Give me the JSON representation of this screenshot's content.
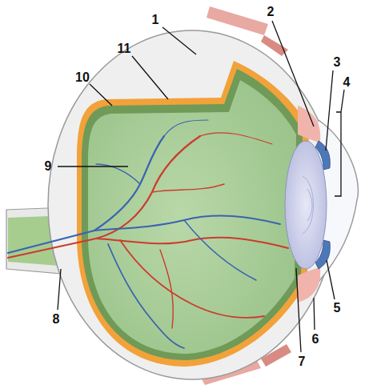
{
  "diagram": {
    "labels": [
      "1",
      "2",
      "3",
      "4",
      "11",
      "10",
      "9",
      "8",
      "5",
      "6",
      "7"
    ]
  }
}
